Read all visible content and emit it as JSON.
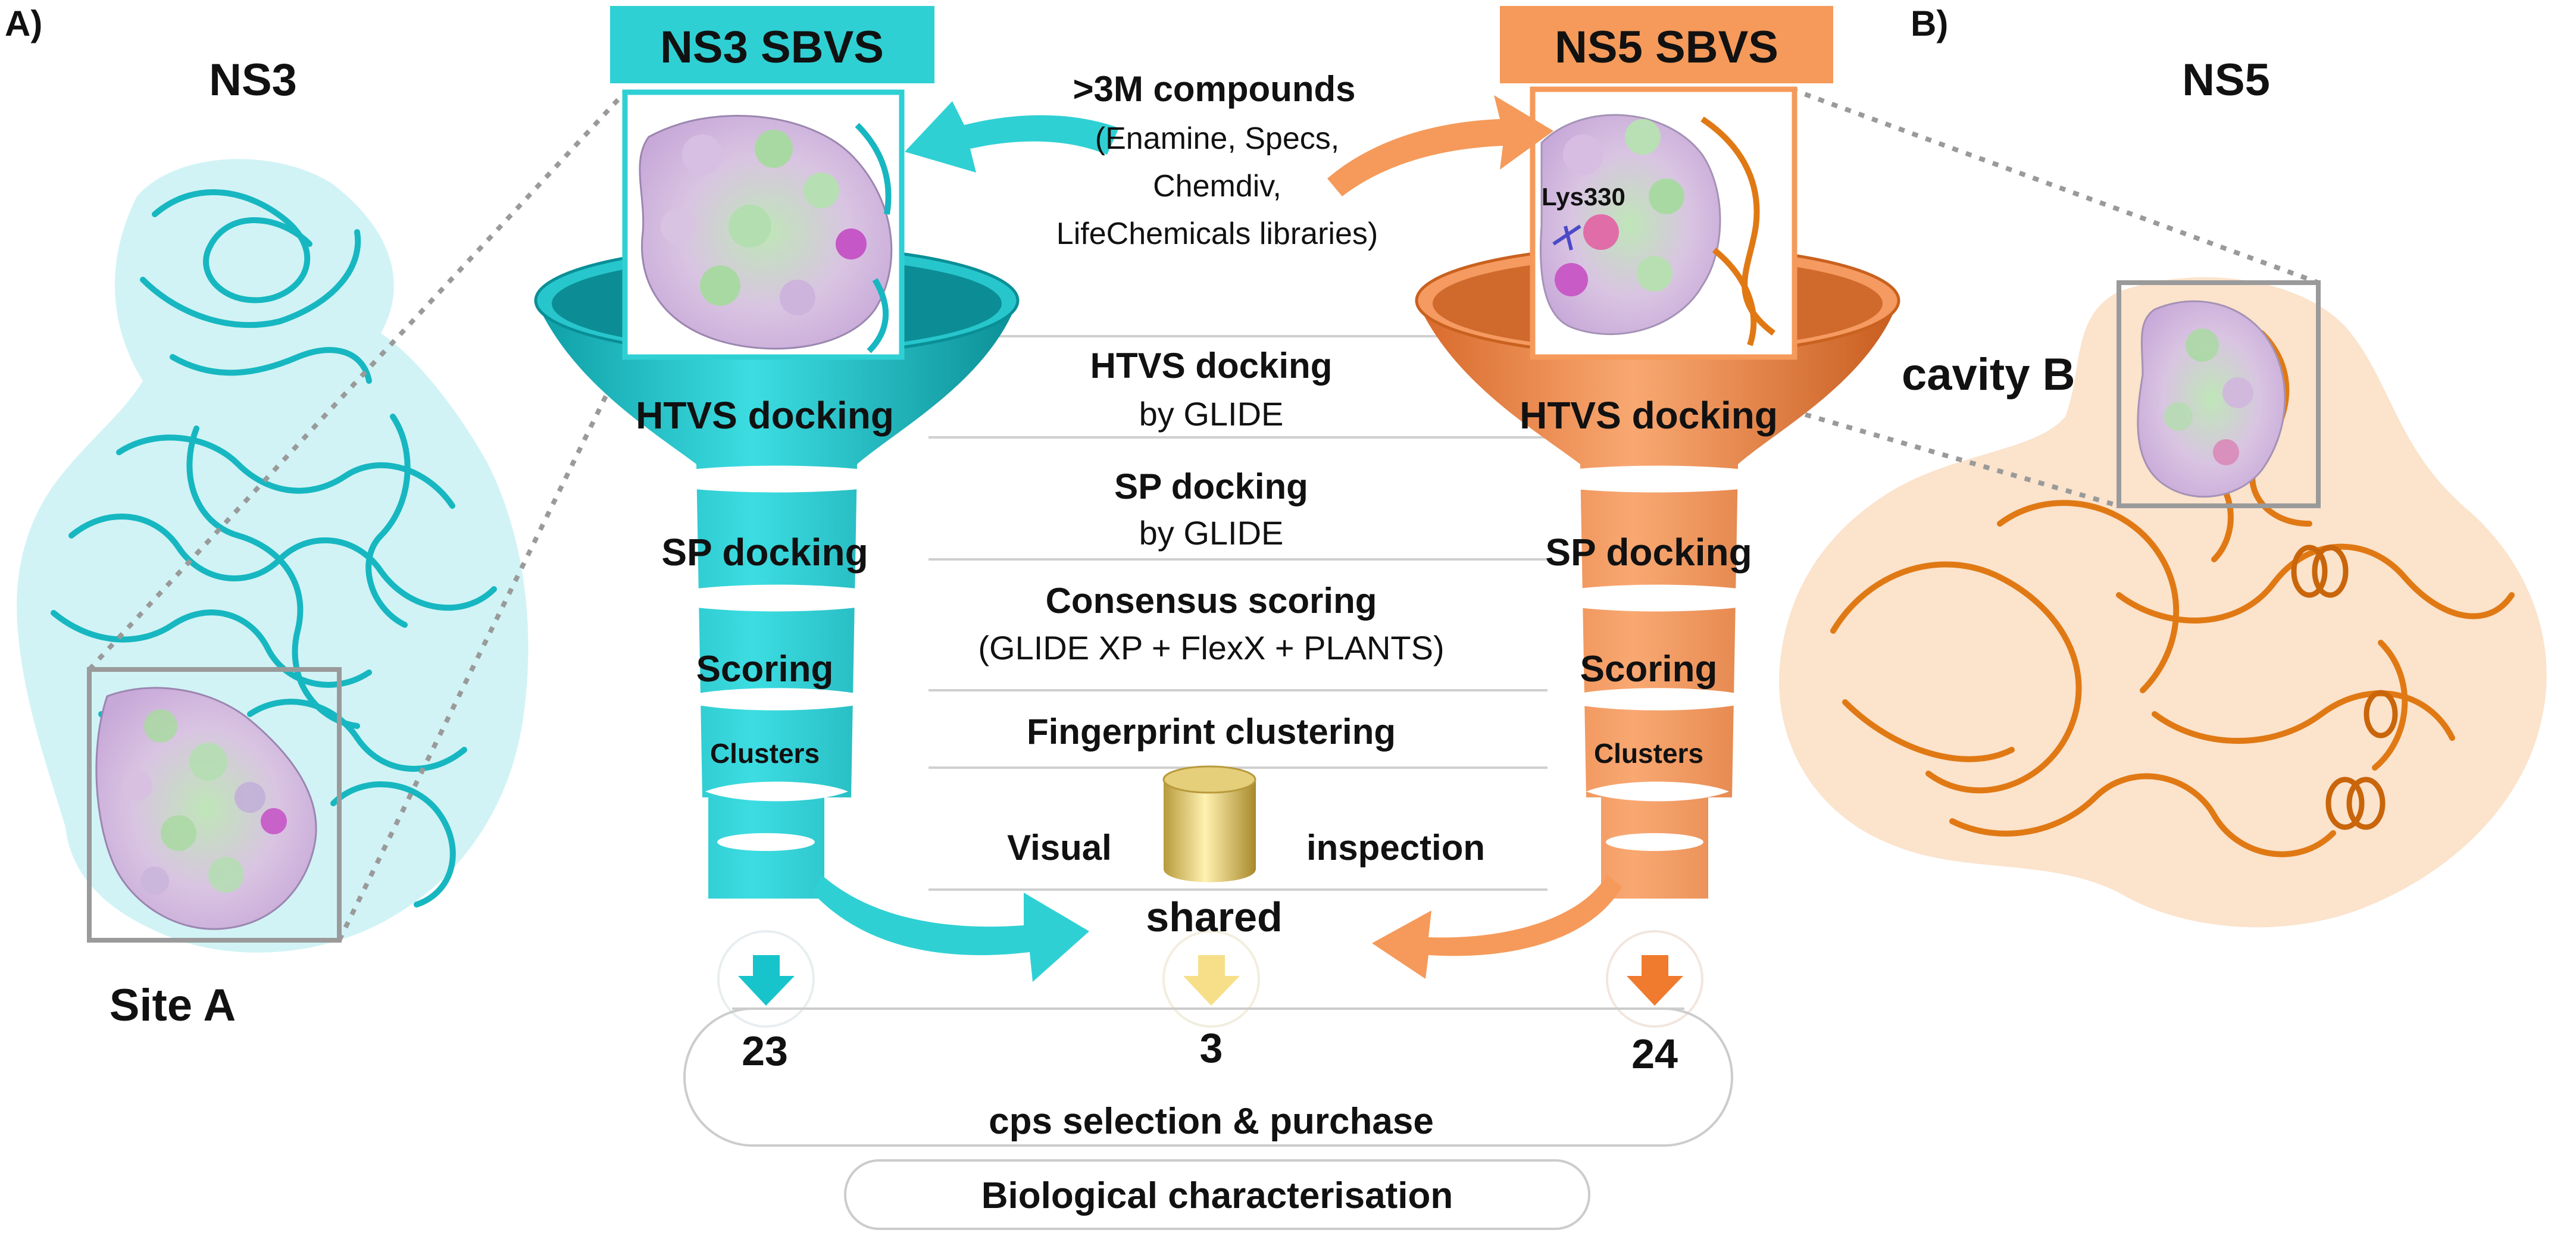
{
  "panel_a": {
    "letter": "A)",
    "protein": "NS3",
    "site_label": "Site A",
    "ribbon_color": "#18c4cc",
    "surface_color": "#bff0f2"
  },
  "panel_b": {
    "letter": "B)",
    "protein": "NS5",
    "site_label": "cavity B",
    "residue_label": "Lys330",
    "ribbon_color": "#e07c14",
    "surface_color": "#fbdcbc"
  },
  "ns3_header": {
    "label": "NS3 SBVS",
    "color": "#2fd0d4"
  },
  "ns5_header": {
    "label": "NS5 SBVS",
    "color": "#f59a5a"
  },
  "library": {
    "title": ">3M compounds",
    "lines": [
      "(Enamine, Specs,",
      "Chemdiv,",
      "LifeChemicals libraries)"
    ]
  },
  "funnel_stages": [
    "HTVS docking",
    "SP docking",
    "Scoring",
    "Clusters"
  ],
  "steps": [
    {
      "title": "HTVS docking",
      "subtitle": "by GLIDE"
    },
    {
      "title": "SP docking",
      "subtitle": "by GLIDE"
    },
    {
      "title": "Consensus scoring",
      "subtitle": "(GLIDE XP + FlexX + PLANTS)"
    },
    {
      "title": "Fingerprint clustering",
      "subtitle": ""
    }
  ],
  "visual_inspection": {
    "left": "Visual",
    "right": "inspection"
  },
  "shared_label": "shared",
  "counts": {
    "ns3": "23",
    "shared": "3",
    "ns5": "24"
  },
  "selection_label": "cps selection & purchase",
  "biological_label": "Biological characterisation"
}
